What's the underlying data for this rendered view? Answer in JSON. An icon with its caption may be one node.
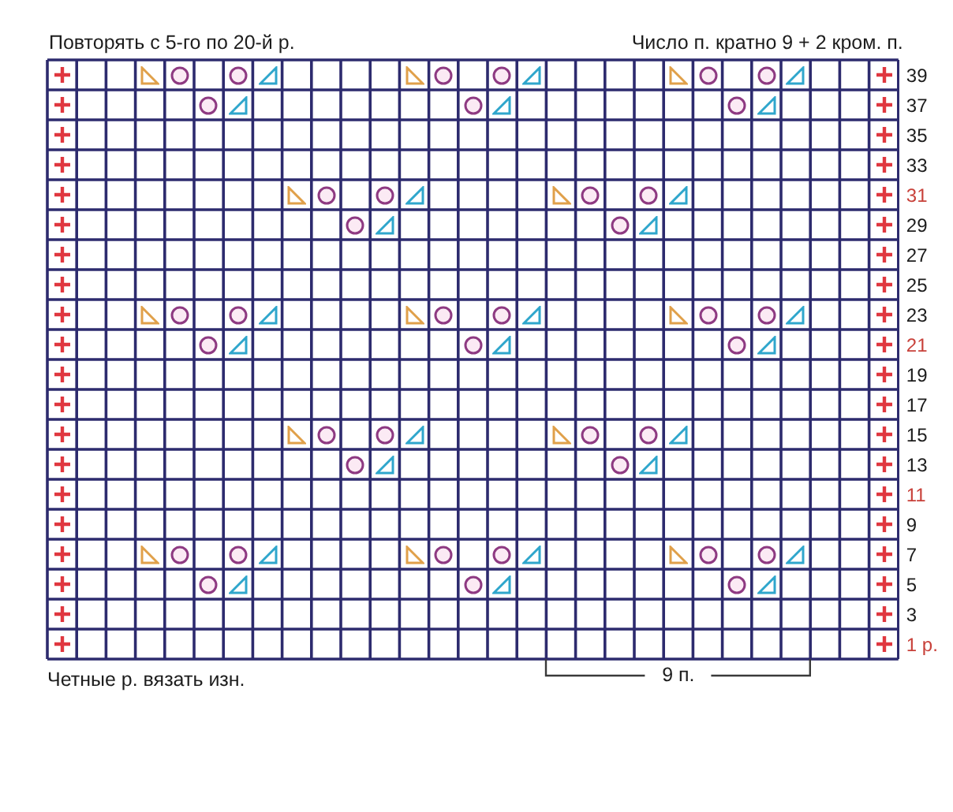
{
  "diagram": {
    "labels": [
      "Повторять с 5-го по 20-й р.",
      "Число п. кратно 9 + 2 кром. п.",
      "39",
      "37",
      "35",
      "33",
      "31",
      "29",
      "27",
      "25",
      "23",
      "21",
      "19",
      "17",
      "15",
      "13",
      "11",
      "9",
      "7",
      "5",
      "3",
      "1 р.",
      "Четные р. вязать изн.",
      "9 п."
    ]
  }
}
